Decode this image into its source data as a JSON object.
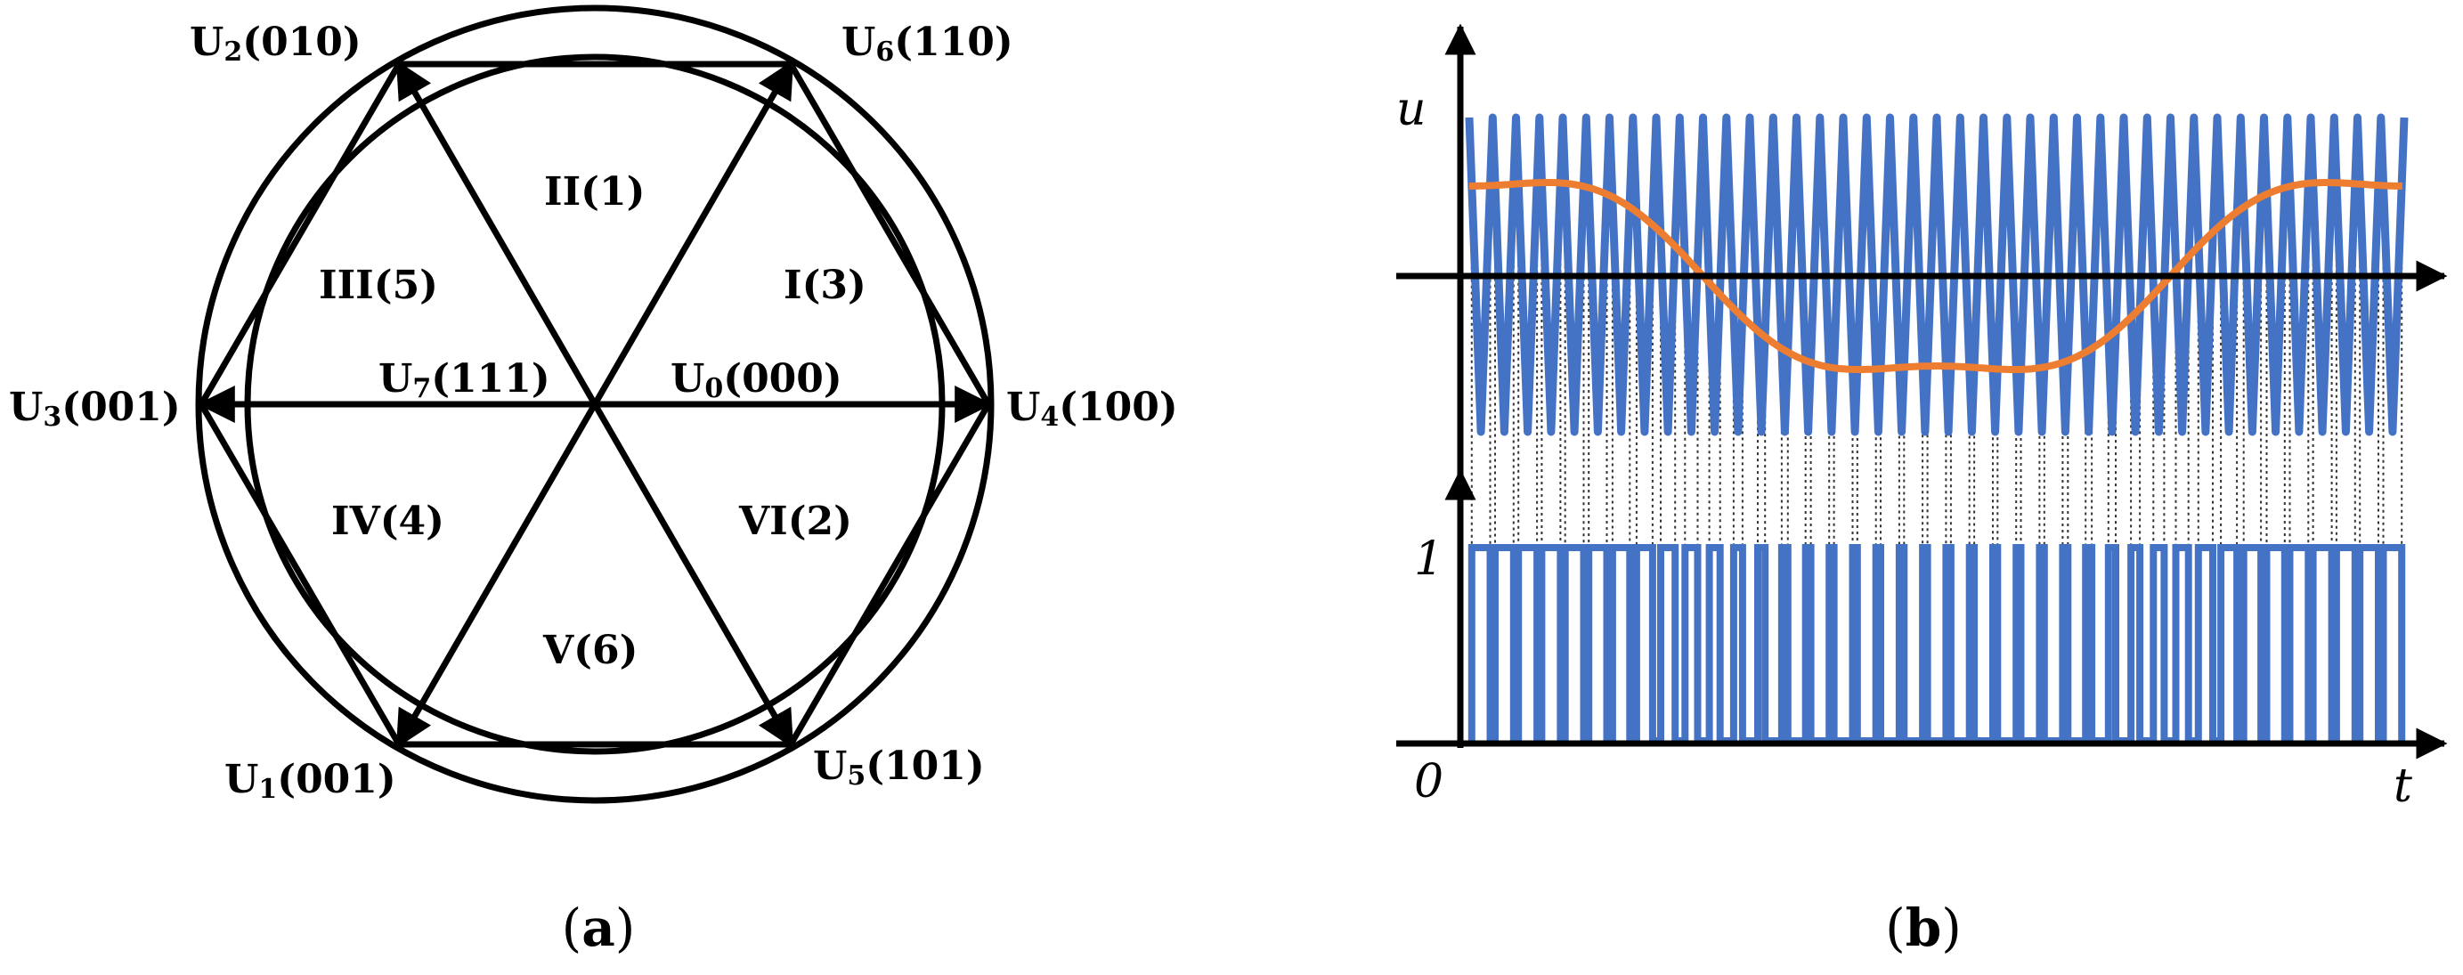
{
  "panel_a": {
    "vectors": [
      {
        "id": "u4",
        "main": "U",
        "sub": "4",
        "code": "(100)"
      },
      {
        "id": "u6",
        "main": "U",
        "sub": "6",
        "code": "(110)"
      },
      {
        "id": "u2",
        "main": "U",
        "sub": "2",
        "code": "(010)"
      },
      {
        "id": "u3",
        "main": "U",
        "sub": "3",
        "code": "(001)"
      },
      {
        "id": "u1",
        "main": "U",
        "sub": "1",
        "code": "(001)"
      },
      {
        "id": "u5",
        "main": "U",
        "sub": "5",
        "code": "(101)"
      }
    ],
    "zero_vectors": [
      {
        "id": "u7",
        "main": "U",
        "sub": "7",
        "code": "(111)"
      },
      {
        "id": "u0",
        "main": "U",
        "sub": "0",
        "code": "(000)"
      }
    ],
    "sectors": [
      "I(3)",
      "II(1)",
      "III(5)",
      "IV(4)",
      "V(6)",
      "VI(2)"
    ],
    "caption": {
      "open": "(",
      "letter": "a",
      "close": ")"
    }
  },
  "panel_b": {
    "y_label": "u",
    "x_label": "t",
    "level_one": "1",
    "origin": "0",
    "colors": {
      "carrier": "#4472C4",
      "modulating": "#ED7D31",
      "axis": "#000000",
      "projection": "#333333"
    },
    "caption": {
      "open": "(",
      "letter": "b",
      "close": ")"
    }
  },
  "chart_data": {
    "type": "line",
    "series": [
      {
        "kind": "triangular carrier",
        "cycles": 40,
        "amplitude": 1.0
      },
      {
        "kind": "saddle-shaped modulating wave",
        "amplitude": 0.6
      },
      {
        "kind": "PWM pulse train",
        "levels": [
          0,
          1
        ]
      }
    ]
  }
}
